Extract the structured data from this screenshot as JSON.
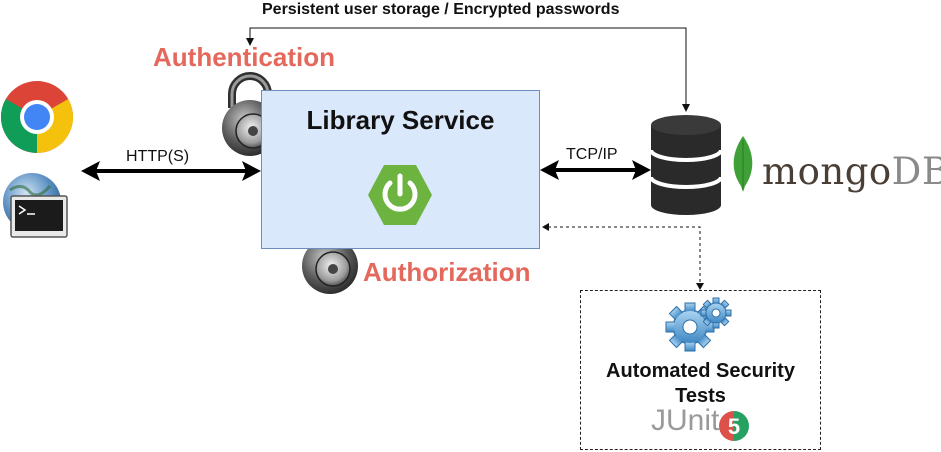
{
  "top_label": "Persistent user storage / Encrypted passwords",
  "authentication_label": "Authentication",
  "authorization_label": "Authorization",
  "service": {
    "title": "Library Service"
  },
  "edges": {
    "http": "HTTP(S)",
    "tcp": "TCP/IP"
  },
  "mongodb": {
    "mongo": "mongo",
    "db": "DB",
    "reg": "®"
  },
  "tests": {
    "title_line1": "Automated Security",
    "title_line2": "Tests",
    "junit_word": "JUnit",
    "junit_version": "5"
  },
  "icons": [
    "chrome-icon",
    "terminal-icon",
    "padlock-icon",
    "spring-boot-icon",
    "database-icon",
    "mongodb-leaf-icon",
    "gears-icon",
    "junit5-icon"
  ],
  "colors": {
    "accent_red": "#e4695c",
    "service_fill": "#dae8fc",
    "service_border": "#6c8ebf",
    "spring_green": "#6db33f",
    "mongo_leaf": "#3fa037",
    "junit_red": "#dc524a",
    "junit_green": "#25a162"
  }
}
